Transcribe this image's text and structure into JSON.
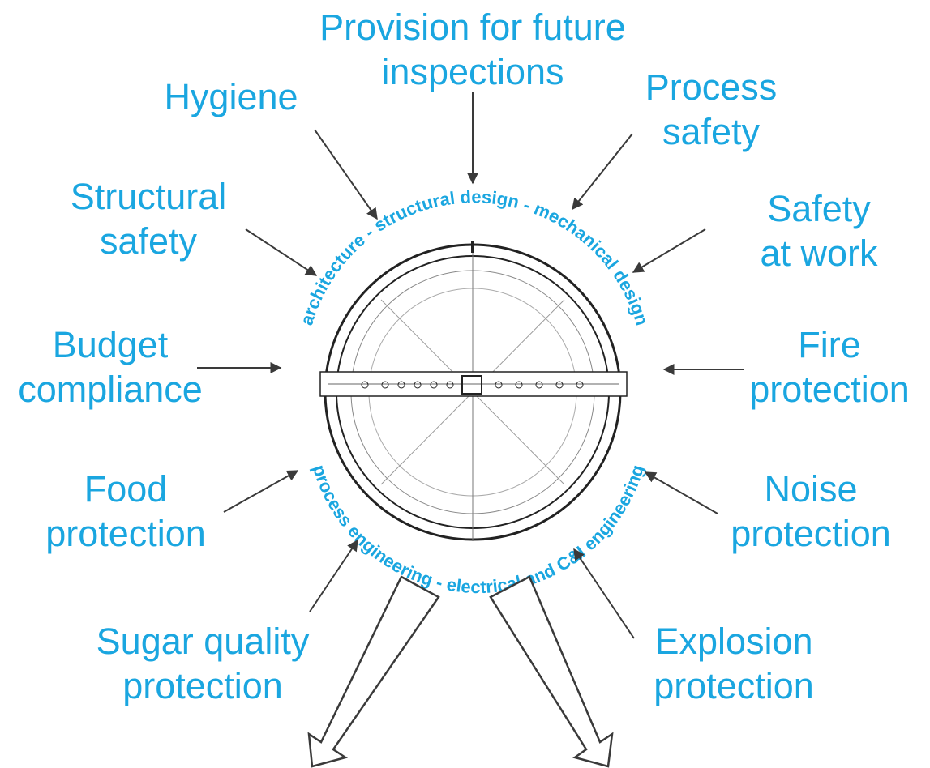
{
  "factors": {
    "future_inspections": [
      "Provision for future",
      "inspections"
    ],
    "hygiene": [
      "Hygiene"
    ],
    "process_safety": [
      "Process",
      "safety"
    ],
    "structural_safety": [
      "Structural",
      "safety"
    ],
    "safety_at_work": [
      "Safety",
      "at work"
    ],
    "budget_compliance": [
      "Budget",
      "compliance"
    ],
    "fire_protection": [
      "Fire",
      "protection"
    ],
    "food_protection": [
      "Food",
      "protection"
    ],
    "noise_protection": [
      "Noise",
      "protection"
    ],
    "sugar_quality_protection": [
      "Sugar quality",
      "protection"
    ],
    "explosion_protection": [
      "Explosion",
      "protection"
    ]
  },
  "disciplines": {
    "top": "architecture - structural design - mechanical design",
    "bottom": "process engineering - electrical and C&I engineering"
  },
  "colors": {
    "accent": "#1aa6e0",
    "arrow": "#3a3a3a",
    "drawing": "#222222"
  }
}
